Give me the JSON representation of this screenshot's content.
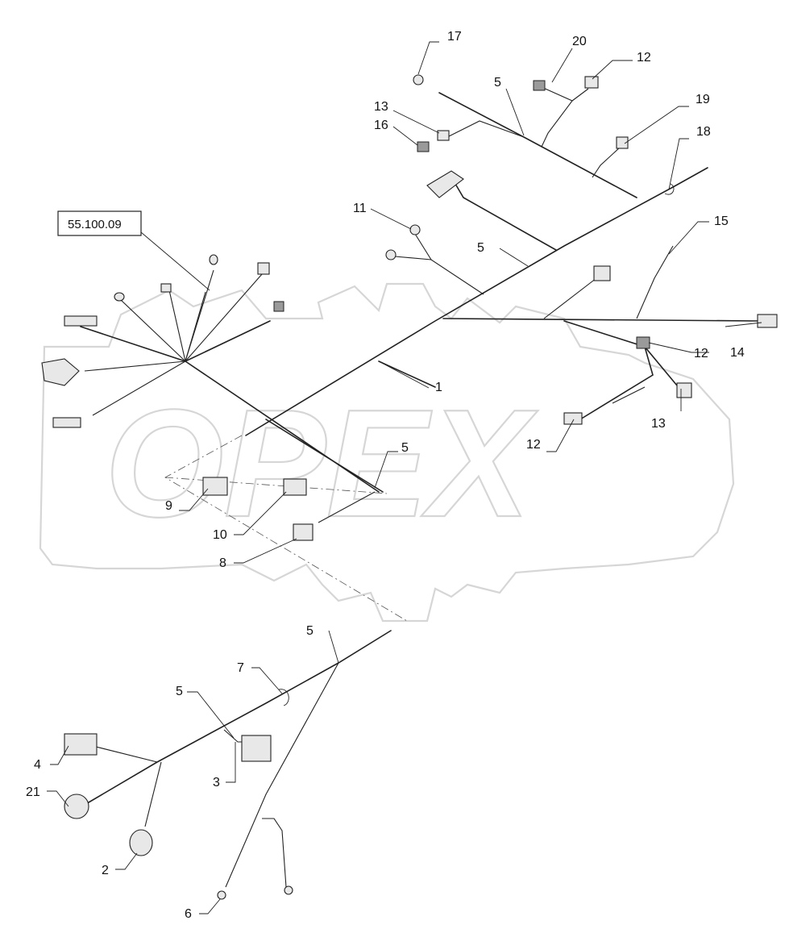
{
  "watermark": {
    "text": "OPEX"
  },
  "reference_box": {
    "text": "55.100.09"
  },
  "callouts": {
    "c17": "17",
    "c20": "20",
    "c12a": "12",
    "c5a": "5",
    "c19": "19",
    "c13a": "13",
    "c16": "16",
    "c18": "18",
    "c11": "11",
    "c5b": "5",
    "c15": "15",
    "c14": "14",
    "c12b": "12",
    "c1": "1",
    "c13b": "13",
    "c12c": "12",
    "c5c": "5",
    "c9": "9",
    "c10": "10",
    "c8": "8",
    "c5d": "5",
    "c7": "7",
    "c5e": "5",
    "c4": "4",
    "c3": "3",
    "c21": "21",
    "c2": "2",
    "c6": "6"
  }
}
